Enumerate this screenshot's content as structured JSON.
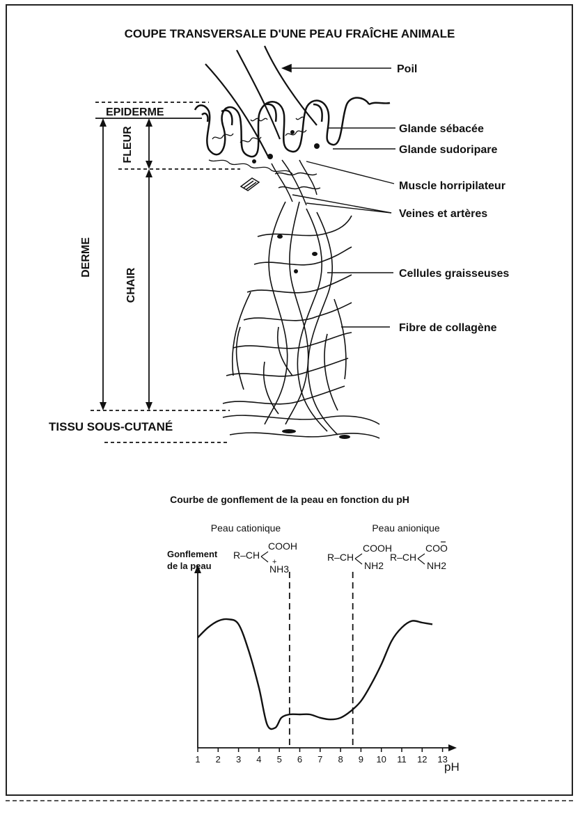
{
  "anatomy": {
    "title": "COUPE TRANSVERSALE D'UNE PEAU FRAÎCHE ANIMALE",
    "layers": {
      "epiderme": "EPIDERME",
      "fleur": "FLEUR",
      "derme": "DERME",
      "chair": "CHAIR",
      "tissu": "TISSU SOUS-CUTANÉ"
    },
    "labels": {
      "poil": "Poil",
      "glande_sebacee": "Glande sébacée",
      "glande_sudoripare": "Glande sudoripare",
      "muscle": "Muscle horripilateur",
      "veines": "Veines et artères",
      "cellules": "Cellules graisseuses",
      "fibre": "Fibre de collagène"
    }
  },
  "chart_data": {
    "type": "line",
    "title": "Courbe de gonflement de la peau en fonction du pH",
    "xlabel": "pH",
    "ylabel": "Gonflement de la peau",
    "ylabel_lines": [
      "Gonflement",
      "de la peau"
    ],
    "x_ticks": [
      "1",
      "2",
      "3",
      "4",
      "5",
      "6",
      "7",
      "8",
      "9",
      "10",
      "11",
      "12",
      "13"
    ],
    "xlim": [
      1,
      13.5
    ],
    "ylim": [
      0,
      10
    ],
    "dashed_lines_x": [
      5.5,
      8.6
    ],
    "series": [
      {
        "x": [
          1,
          1.5,
          2,
          2.5,
          3,
          3.5,
          4,
          4.4,
          4.8,
          5.1,
          5.5,
          6,
          6.5,
          7,
          7.5,
          8,
          8.5,
          9,
          9.5,
          10,
          10.5,
          11,
          11.5,
          12,
          12.5
        ],
        "values": [
          6.6,
          7.2,
          7.6,
          7.7,
          7.4,
          5.8,
          3.6,
          1.4,
          1.2,
          1.8,
          2.0,
          2.0,
          2.0,
          1.8,
          1.7,
          1.8,
          2.2,
          2.8,
          3.8,
          5.0,
          6.4,
          7.2,
          7.6,
          7.5,
          7.4
        ]
      }
    ],
    "annotations": {
      "cationic_label": "Peau cationique",
      "anionic_label": "Peau anionique",
      "formulas": {
        "rch": "R–CH",
        "cooh": "COOH",
        "nh3": "NH3",
        "plus": "+",
        "nh2": "NH2",
        "coo": "COO"
      }
    }
  }
}
